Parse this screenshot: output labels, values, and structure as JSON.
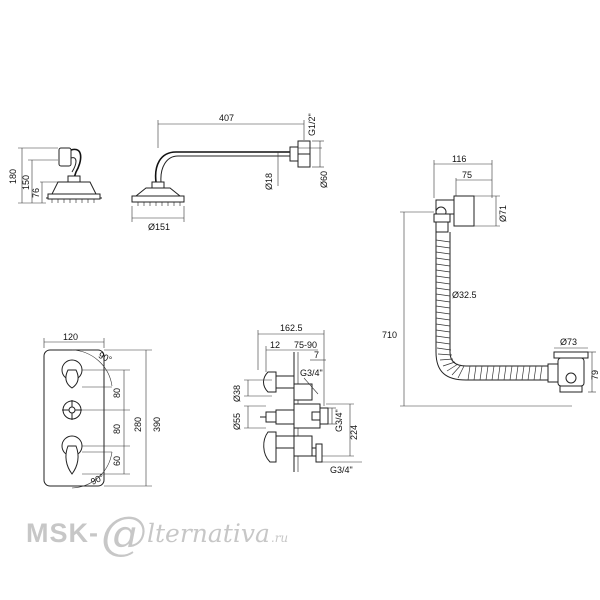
{
  "dims": {
    "arm_h_180": "180",
    "arm_h_150": "150",
    "arm_h_76": "76",
    "arm_len_407": "407",
    "arm_thread_g12": "G1/2\"",
    "arm_dia_18": "Ø18",
    "flange_dia_60": "Ø60",
    "head_dia_151": "Ø151",
    "panel_w_120": "120",
    "angle_90_top": "90°",
    "angle_90_bottom": "90°",
    "spacing_80_a": "80",
    "spacing_80_b": "80",
    "spacing_60": "60",
    "height_280": "280",
    "height_390": "390",
    "depth_162_5": "162.5",
    "depth_12": "12",
    "depth_75_90": "75-90",
    "depth_7": "7",
    "thread_g34_top": "G3/4\"",
    "thread_g34_mid": "G3/4\"",
    "thread_g34_bottom": "G3/4\"",
    "dia_38": "Ø38",
    "dia_55": "Ø55",
    "dist_224": "224",
    "filler_116": "116",
    "filler_75": "75",
    "filler_dia_71": "Ø71",
    "hose_dia_32_5": "Ø32.5",
    "hose_len_710": "710",
    "waste_dia_73": "Ø73",
    "waste_h_79": "79"
  },
  "watermark": {
    "brand": "MSK-",
    "at": "@",
    "rest": "lternativa",
    "ru": ".ru"
  }
}
